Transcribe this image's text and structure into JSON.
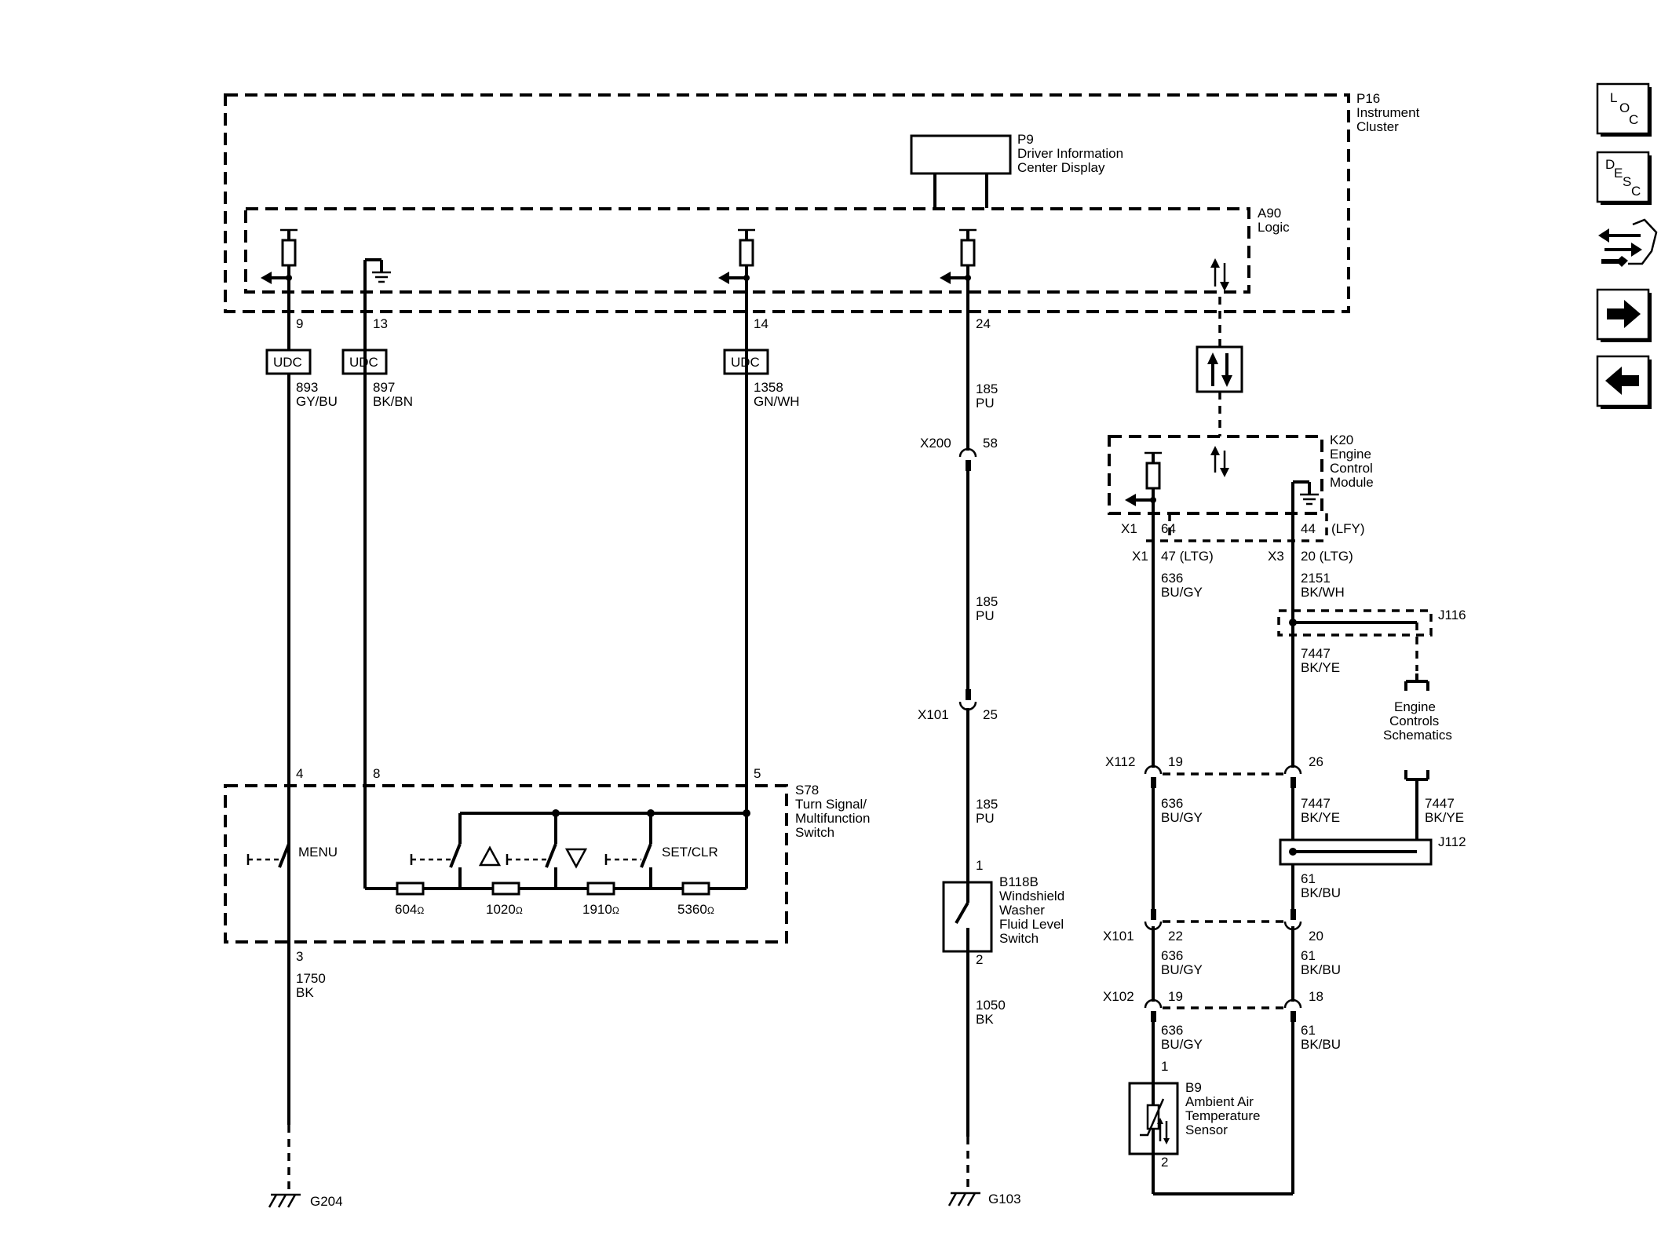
{
  "modules": {
    "p16": {
      "id": "P16",
      "lines": [
        "Instrument",
        "Cluster"
      ]
    },
    "p9": {
      "id": "P9",
      "lines": [
        "Driver Information",
        "Center Display"
      ]
    },
    "a90": {
      "id": "A90",
      "lines": [
        "Logic"
      ]
    },
    "k20": {
      "id": "K20",
      "lines": [
        "Engine",
        "Control",
        "Module"
      ]
    },
    "s78": {
      "id": "S78",
      "lines": [
        "Turn Signal/",
        "Multifunction",
        "Switch"
      ]
    },
    "b118b": {
      "id": "B118B",
      "lines": [
        "Windshield",
        "Washer",
        "Fluid Level",
        "Switch"
      ]
    },
    "b9": {
      "id": "B9",
      "lines": [
        "Ambient Air",
        "Temperature",
        "Sensor"
      ]
    },
    "engine_ref": {
      "lines": [
        "Engine",
        "Controls",
        "Schematics"
      ]
    }
  },
  "udc_label": "UDC",
  "pins": {
    "p16_9": "9",
    "p16_13": "13",
    "p16_14": "14",
    "p16_24": "24",
    "s78_4": "4",
    "s78_8": "8",
    "s78_5": "5",
    "s78_3": "3",
    "b118b_1": "1",
    "b118b_2": "2",
    "k20_x1": "X1",
    "k20_64": "64",
    "k20_44": "44",
    "lfy": "(LFY)",
    "x1_alt": "X1",
    "x1_47": "47 (LTG)",
    "x3": "X3",
    "x3_20": "20 (LTG)",
    "b9_1": "1",
    "b9_2": "2"
  },
  "wires": {
    "w893": {
      "circuit": "893",
      "color": "GY/BU"
    },
    "w897": {
      "circuit": "897",
      "color": "BK/BN"
    },
    "w1358": {
      "circuit": "1358",
      "color": "GN/WH"
    },
    "w185a": {
      "circuit": "185",
      "color": "PU"
    },
    "w185b": {
      "circuit": "185",
      "color": "PU"
    },
    "w185c": {
      "circuit": "185",
      "color": "PU"
    },
    "w1750": {
      "circuit": "1750",
      "color": "BK"
    },
    "w1050": {
      "circuit": "1050",
      "color": "BK"
    },
    "w636a": {
      "circuit": "636",
      "color": "BU/GY"
    },
    "w636b": {
      "circuit": "636",
      "color": "BU/GY"
    },
    "w636c": {
      "circuit": "636",
      "color": "BU/GY"
    },
    "w636d": {
      "circuit": "636",
      "color": "BU/GY"
    },
    "w2151": {
      "circuit": "2151",
      "color": "BK/WH"
    },
    "w7447a": {
      "circuit": "7447",
      "color": "BK/YE"
    },
    "w7447b": {
      "circuit": "7447",
      "color": "BK/YE"
    },
    "w7447c": {
      "circuit": "7447",
      "color": "BK/YE"
    },
    "w61a": {
      "circuit": "61",
      "color": "BK/BU"
    },
    "w61b": {
      "circuit": "61",
      "color": "BK/BU"
    },
    "w61c": {
      "circuit": "61",
      "color": "BK/BU"
    }
  },
  "connectors": {
    "x200": {
      "name": "X200",
      "pin": "58"
    },
    "x101a": {
      "name": "X101",
      "pin": "25"
    },
    "x112": {
      "name": "X112",
      "pin_left": "19",
      "pin_right": "26"
    },
    "x101b": {
      "name": "X101",
      "pin_left": "22",
      "pin_right": "20"
    },
    "x102": {
      "name": "X102",
      "pin_left": "19",
      "pin_right": "18"
    }
  },
  "splices": {
    "j116": "J116",
    "j112": "J112"
  },
  "grounds": {
    "g204": "G204",
    "g103": "G103"
  },
  "switch_labels": {
    "menu": "MENU",
    "setclr": "SET/CLR"
  },
  "resistors": [
    "604",
    "1020",
    "1910",
    "5360"
  ],
  "ohm": "Ω",
  "nav": {
    "loc": [
      "L",
      "O",
      "C"
    ],
    "desc": [
      "D",
      "E",
      "S",
      "C"
    ],
    "icons": [
      "repair-info-icon",
      "next-page-icon",
      "previous-page-icon"
    ]
  }
}
